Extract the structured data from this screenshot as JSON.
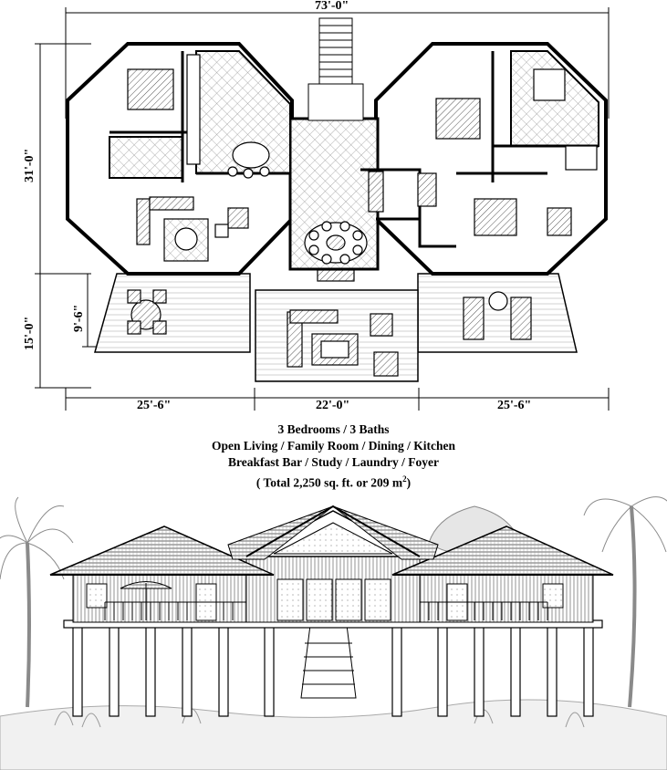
{
  "dimensions": {
    "overall_width": "73'-0\"",
    "overall_depth": "31'-0\"",
    "deck_depth_outer": "15'-0\"",
    "deck_depth_inner": "9'-6\"",
    "left_module": "25'-6\"",
    "center_module": "22'-0\"",
    "right_module": "25'-6\""
  },
  "caption": {
    "line1": "3 Bedrooms / 3 Baths",
    "line2": "Open Living / Family Room / Dining / Kitchen",
    "line3": "Breakfast Bar / Study / Laundry  /  Foyer",
    "line4_prefix": "( Total 2,250 sq. ft. or 209 m",
    "line4_sup": "2",
    "line4_suffix": ")"
  },
  "colors": {
    "line": "#000000",
    "tile": "#c8c8c8",
    "roof": "#7a7a7a",
    "foliage": "#9a9a9a"
  }
}
